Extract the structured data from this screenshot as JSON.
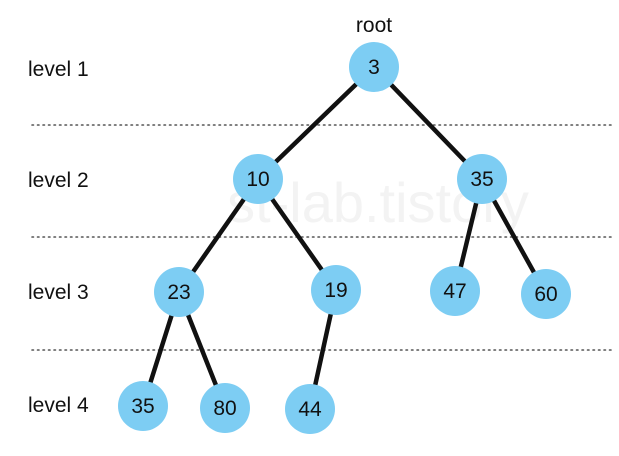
{
  "watermark": "st-lab.tistory",
  "root_label": "root",
  "levels": [
    "level 1",
    "level 2",
    "level 3",
    "level 4"
  ],
  "colors": {
    "node_fill": "#7dcdf3",
    "edge": "#111111",
    "divider": "#555555",
    "text": "#111111"
  },
  "nodes": [
    {
      "id": "n3",
      "value": "3",
      "level": 1
    },
    {
      "id": "n10",
      "value": "10",
      "level": 2
    },
    {
      "id": "n35a",
      "value": "35",
      "level": 2
    },
    {
      "id": "n23",
      "value": "23",
      "level": 3
    },
    {
      "id": "n19",
      "value": "19",
      "level": 3
    },
    {
      "id": "n47",
      "value": "47",
      "level": 3
    },
    {
      "id": "n60",
      "value": "60",
      "level": 3
    },
    {
      "id": "n35b",
      "value": "35",
      "level": 4
    },
    {
      "id": "n80",
      "value": "80",
      "level": 4
    },
    {
      "id": "n44",
      "value": "44",
      "level": 4
    }
  ],
  "edges": [
    {
      "from": "n3",
      "to": "n10"
    },
    {
      "from": "n3",
      "to": "n35a"
    },
    {
      "from": "n10",
      "to": "n23"
    },
    {
      "from": "n10",
      "to": "n19"
    },
    {
      "from": "n35a",
      "to": "n47"
    },
    {
      "from": "n35a",
      "to": "n60"
    },
    {
      "from": "n23",
      "to": "n35b"
    },
    {
      "from": "n23",
      "to": "n80"
    },
    {
      "from": "n19",
      "to": "n44"
    }
  ]
}
